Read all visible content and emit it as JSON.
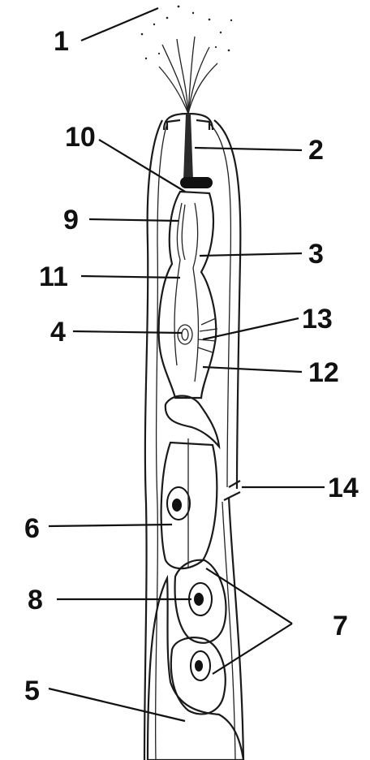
{
  "labels": [
    "1",
    "2",
    "3",
    "4",
    "5",
    "6",
    "7",
    "8",
    "9",
    "10",
    "11",
    "12",
    "13",
    "14"
  ],
  "colors": {
    "ink": "#111111",
    "paper": "#ffffff"
  }
}
